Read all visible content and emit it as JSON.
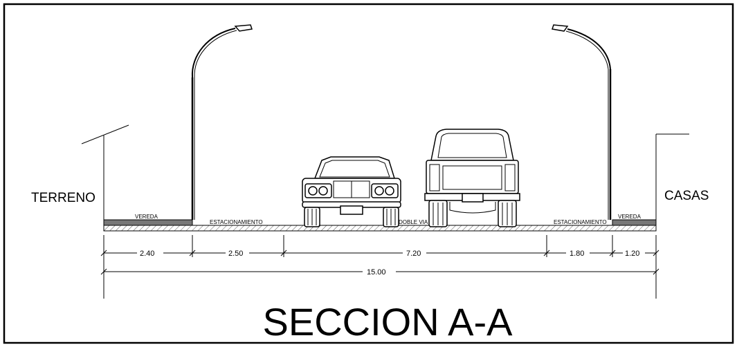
{
  "title": "SECCION A-A",
  "left_label": "TERRENO",
  "right_label": "CASAS",
  "zones": {
    "vereda_left": "VEREDA",
    "estacionamiento_left": "ESTACIONAMIENTO",
    "doble_via": "DOBLE VIA",
    "estacionamiento_right": "ESTACIONAMIENTO",
    "vereda_right": "VEREDA"
  },
  "dimensions": [
    "2.40",
    "2.50",
    "7.20",
    "1.80",
    "1.20"
  ],
  "total_dimension": "15.00"
}
